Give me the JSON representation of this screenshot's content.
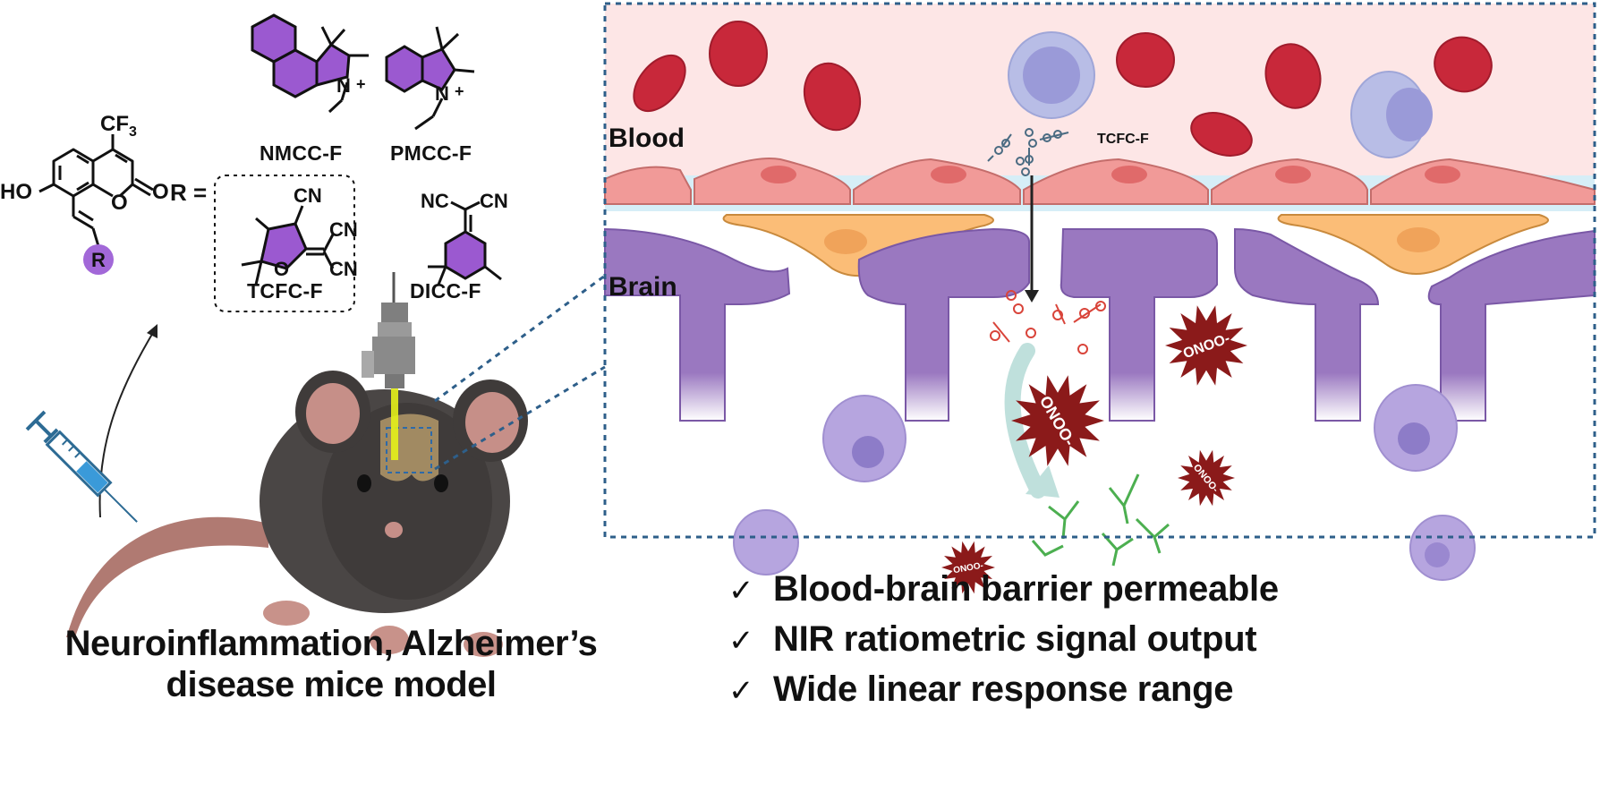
{
  "figure": {
    "type": "graphical-abstract",
    "colors": {
      "probe_purple": "#9b59d0",
      "blood_bg": "#fde6e6",
      "rbc_red": "#c8283a",
      "endothelial_pink": "#f19a98",
      "pericyte_orange": "#fbbd77",
      "astrocyte_purple": "#9a78c0",
      "basement_blue": "#d6eef7",
      "onoo_darkred": "#8b1a1a",
      "product_green": "#4caf50",
      "dashed_frame": "#2e5f8a"
    }
  },
  "chemistry": {
    "scaffold": {
      "substituent_top": "CF",
      "substituent_top_sub": "3",
      "hydroxyl": "HO",
      "ring_oxygen": "O",
      "carbonyl_oxygen": "O",
      "r_group": "R"
    },
    "r_equals": "R =",
    "probes": [
      {
        "name": "NMCC-F",
        "charge": "+",
        "atom": "N",
        "highlighted": false
      },
      {
        "name": "PMCC-F",
        "charge": "+",
        "atom": "N",
        "highlighted": false
      },
      {
        "name": "TCFC-F",
        "groups": [
          "CN",
          "CN",
          "CN"
        ],
        "ring_atom": "O",
        "highlighted": true
      },
      {
        "name": "DICC-F",
        "groups": [
          "NC",
          "CN"
        ],
        "highlighted": false
      }
    ]
  },
  "mouse_panel": {
    "caption_line1": "Neuroinflammation, Alzheimer’s",
    "caption_line2": "disease mice model"
  },
  "bbb_panel": {
    "blood_label": "Blood",
    "brain_label": "Brain",
    "probe_label": "TCFC-F",
    "analyte_label": "ONOO",
    "analyte_charge": "-"
  },
  "features": [
    {
      "check": "✓",
      "text": "Blood-brain barrier permeable"
    },
    {
      "check": "✓",
      "text": "NIR ratiometric signal output"
    },
    {
      "check": "✓",
      "text": "Wide linear response range"
    }
  ]
}
